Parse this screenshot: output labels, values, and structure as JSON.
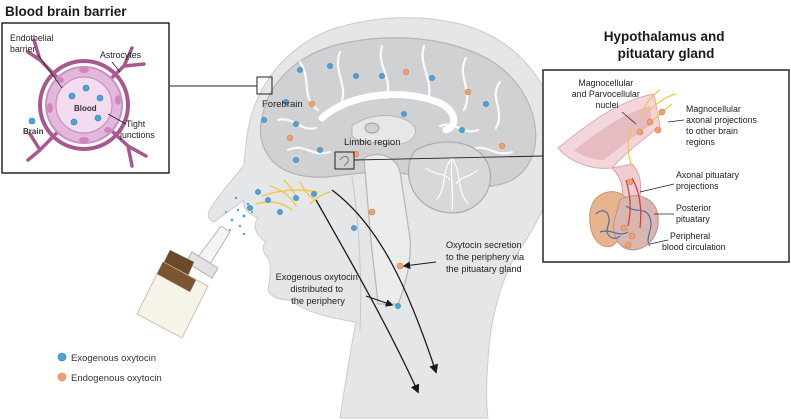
{
  "panels": {
    "bbb": {
      "title": "Blood brain barrier",
      "labels": {
        "endothelial": [
          "Endothelial",
          "barrier"
        ],
        "astrocytes": "Astrocytes",
        "blood": "Blood",
        "brain": "Brain",
        "tight": [
          "Tight",
          "junctions"
        ]
      }
    },
    "hypothalamus": {
      "title": [
        "Hypothalamus and",
        "pituatary gland"
      ],
      "labels": {
        "nuclei": [
          "Magnocellular",
          "and Parvocellular",
          "nuclei"
        ],
        "magno": [
          "Magnocellular",
          "axonal projections",
          "to other brain",
          "regions"
        ],
        "axonal": [
          "Axonal pituatary",
          "projections"
        ],
        "posterior": [
          "Posterior",
          "pituatary"
        ],
        "peripheral": [
          "Peripheral",
          "blood circulation"
        ]
      }
    }
  },
  "head": {
    "labels": {
      "forebrain": "Forebrain",
      "limbic": "Limbic region",
      "secretion": [
        "Oxytocin secretion",
        "to the periphery via",
        "the pituatary gland"
      ],
      "exogenous": [
        "Exogenous oxytocin",
        "distributed to",
        "the periphery"
      ]
    }
  },
  "legend": [
    {
      "label": "Exogenous oxytocin",
      "color": "#4fa3d9"
    },
    {
      "label": "Endogenous oxytocin",
      "color": "#f0a070"
    }
  ],
  "colors": {
    "exogenous": "#4fa3d9",
    "endogenous": "#f0a070",
    "head": "#e4e6e8",
    "brain": "#cfd1d3",
    "vessel": "#c990c0",
    "astrocyte": "#a8588f"
  }
}
